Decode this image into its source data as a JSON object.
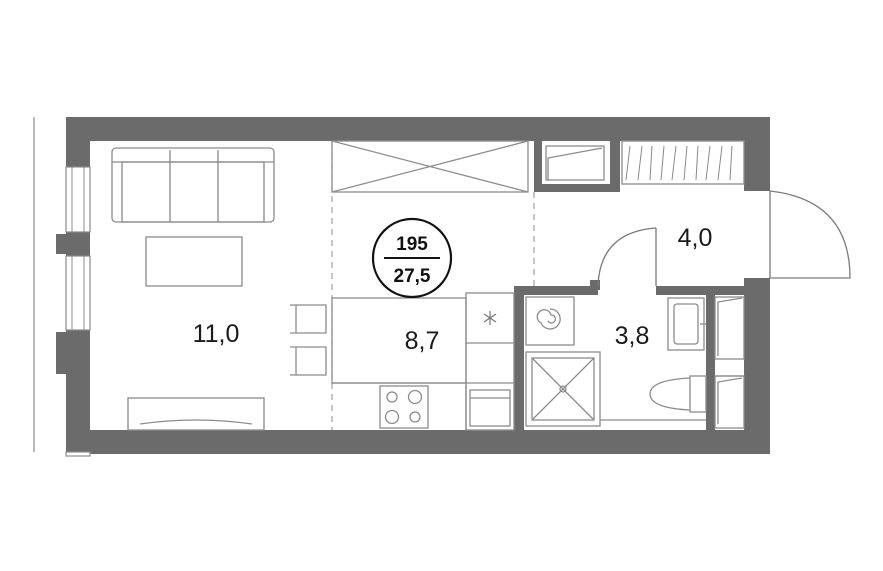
{
  "plan": {
    "badge": {
      "number": "195",
      "area": "27,5"
    },
    "rooms": [
      {
        "id": "living",
        "area": "11,0"
      },
      {
        "id": "kitchen",
        "area": "8,7"
      },
      {
        "id": "bathroom",
        "area": "3,8"
      },
      {
        "id": "hall",
        "area": "4,0"
      }
    ],
    "colors": {
      "wall": "#6b6b6b",
      "fixture": "#8c8c8c",
      "background": "#ffffff"
    }
  }
}
